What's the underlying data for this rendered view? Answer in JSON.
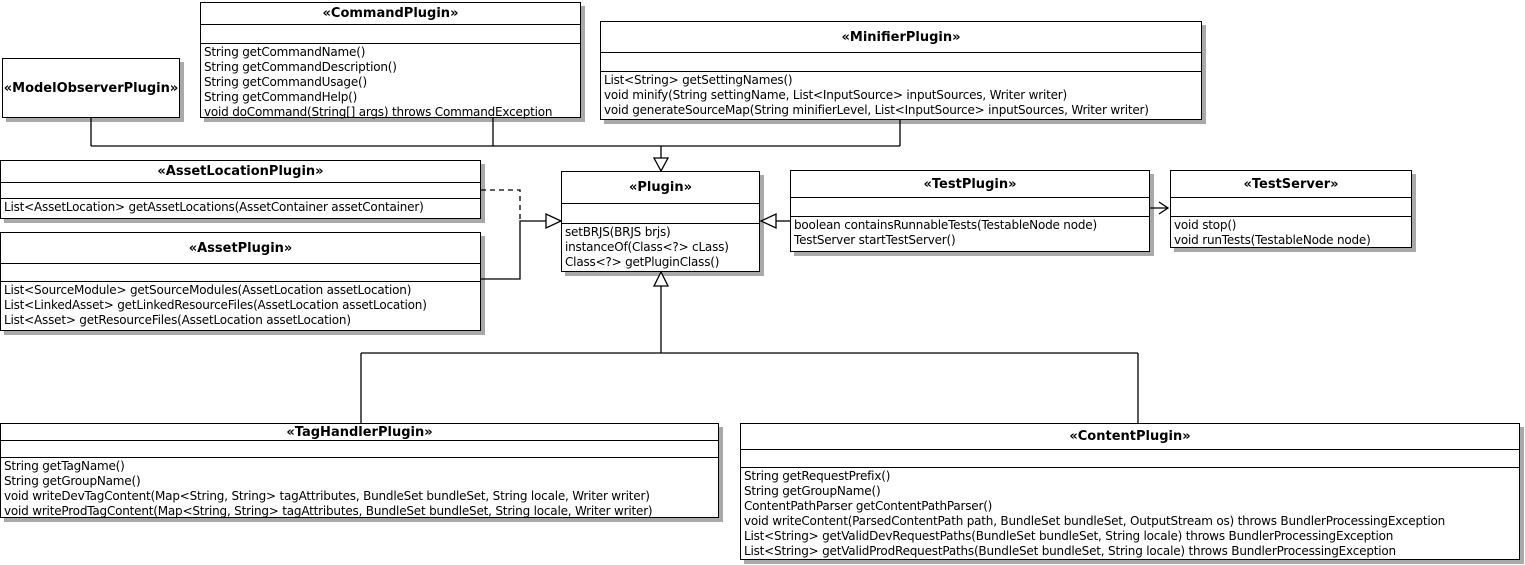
{
  "colors": {
    "line": "#000000",
    "box_fill": "#ffffff",
    "shadow": "#a9a9a9"
  },
  "classes": [
    {
      "name": "«ModelObserverPlugin»",
      "methods": []
    },
    {
      "name": "«CommandPlugin»",
      "methods": [
        "String getCommandName()",
        "String getCommandDescription()",
        "String getCommandUsage()",
        "String getCommandHelp()",
        "void doCommand(String[] args) throws CommandException"
      ]
    },
    {
      "name": "«MinifierPlugin»",
      "methods": [
        "List<String> getSettingNames()",
        "void minify(String settingName, List<InputSource> inputSources, Writer writer)",
        "void generateSourceMap(String minifierLevel, List<InputSource> inputSources, Writer writer)"
      ]
    },
    {
      "name": "«AssetLocationPlugin»",
      "methods": [
        "List<AssetLocation> getAssetLocations(AssetContainer assetContainer)"
      ]
    },
    {
      "name": "«AssetPlugin»",
      "methods": [
        "List<SourceModule> getSourceModules(AssetLocation assetLocation)",
        "List<LinkedAsset> getLinkedResourceFiles(AssetLocation assetLocation)",
        "List<Asset> getResourceFiles(AssetLocation assetLocation)"
      ]
    },
    {
      "name": "«Plugin»",
      "methods": [
        "setBRJS(BRJS brjs)",
        "instanceOf(Class<?> cLass)",
        "Class<?> getPluginClass()"
      ]
    },
    {
      "name": "«TestPlugin»",
      "methods": [
        "boolean containsRunnableTests(TestableNode node)",
        "TestServer startTestServer()"
      ]
    },
    {
      "name": "«TestServer»",
      "methods": [
        "void stop()",
        "void runTests(TestableNode node)"
      ]
    },
    {
      "name": "«TagHandlerPlugin»",
      "methods": [
        "String getTagName()",
        "String getGroupName()",
        "void writeDevTagContent(Map<String, String> tagAttributes, BundleSet bundleSet, String locale, Writer writer)",
        "void writeProdTagContent(Map<String, String> tagAttributes, BundleSet bundleSet, String locale, Writer writer)"
      ]
    },
    {
      "name": "«ContentPlugin»",
      "methods": [
        "String getRequestPrefix()",
        "String getGroupName()",
        "ContentPathParser getContentPathParser()",
        "void writeContent(ParsedContentPath path, BundleSet bundleSet, OutputStream os) throws BundlerProcessingException",
        "List<String> getValidDevRequestPaths(BundleSet bundleSet, String locale) throws BundlerProcessingException",
        "List<String> getValidProdRequestPaths(BundleSet bundleSet, String locale) throws BundlerProcessingException"
      ]
    }
  ]
}
